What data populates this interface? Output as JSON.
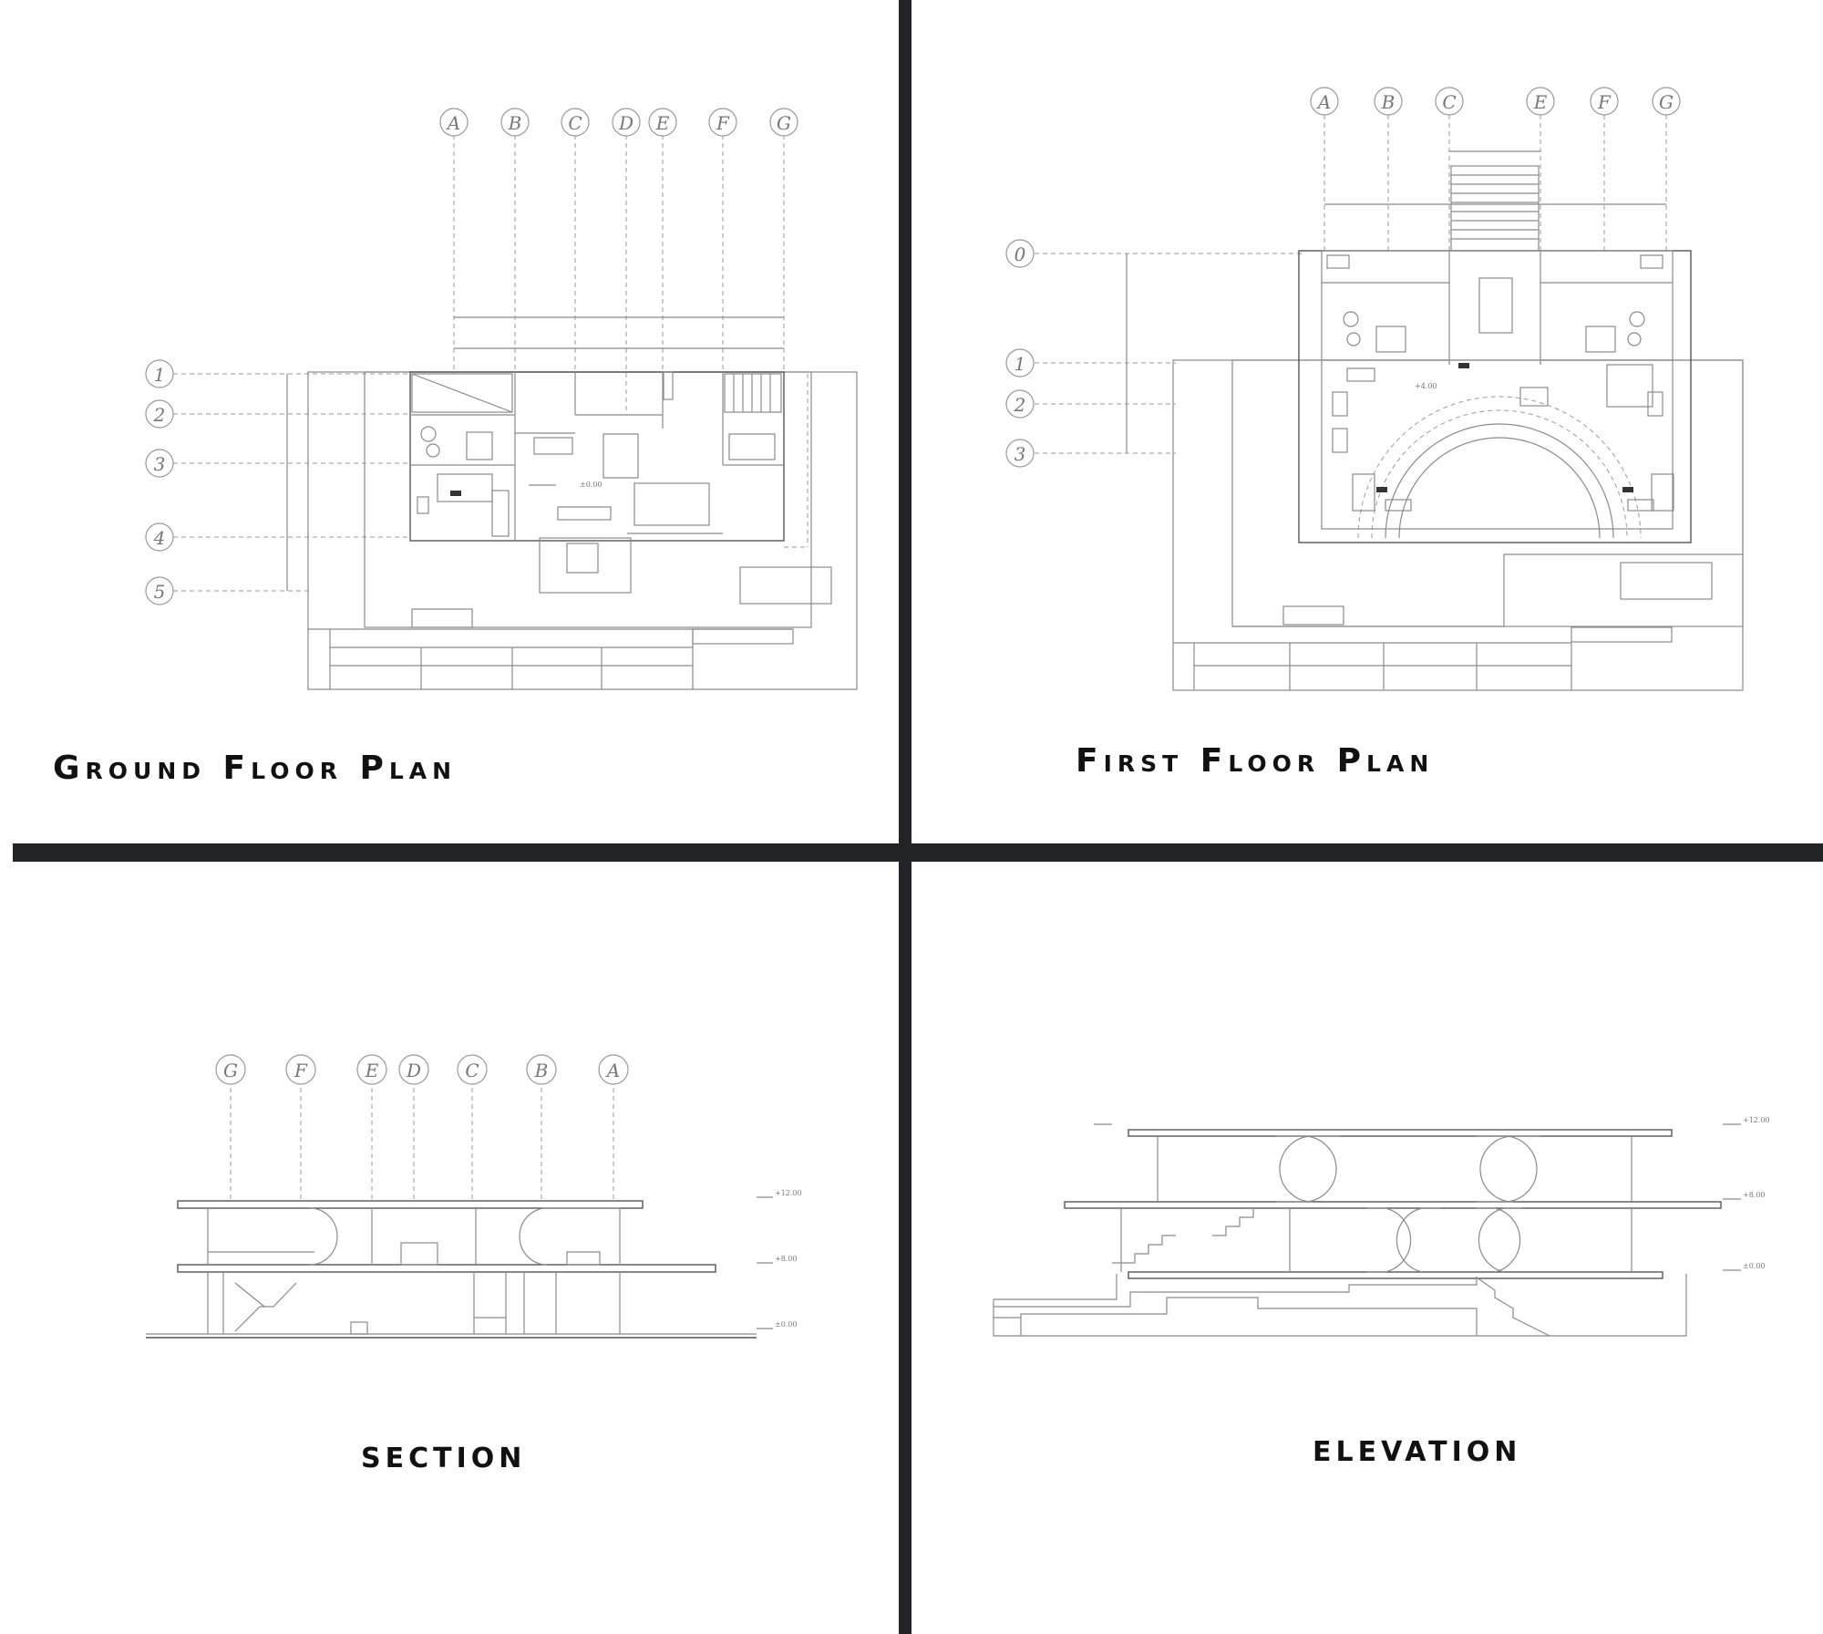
{
  "titles": {
    "ground": "Ground Floor Plan",
    "first": "First Floor Plan",
    "section": "SECTION",
    "elevation": "ELEVATION"
  },
  "ground_plan": {
    "grid_columns": [
      "A",
      "B",
      "C",
      "D",
      "E",
      "F",
      "G"
    ],
    "grid_rows": [
      "1",
      "2",
      "3",
      "4",
      "5"
    ],
    "level": "±0.00"
  },
  "first_plan": {
    "grid_columns": [
      "A",
      "B",
      "C",
      "E",
      "F",
      "G"
    ],
    "grid_rows": [
      "0",
      "1",
      "2",
      "3"
    ],
    "level": "+4.00"
  },
  "section": {
    "grid_columns": [
      "G",
      "F",
      "E",
      "D",
      "C",
      "B",
      "A"
    ],
    "levels": [
      "+12.00",
      "+8.00",
      "±0.00"
    ]
  },
  "elevation": {
    "levels": [
      "+12.00",
      "+8.00",
      "±0.00"
    ]
  },
  "colors": {
    "divider": "#222326",
    "linework": "#8a8a8a",
    "title": "#111111"
  }
}
